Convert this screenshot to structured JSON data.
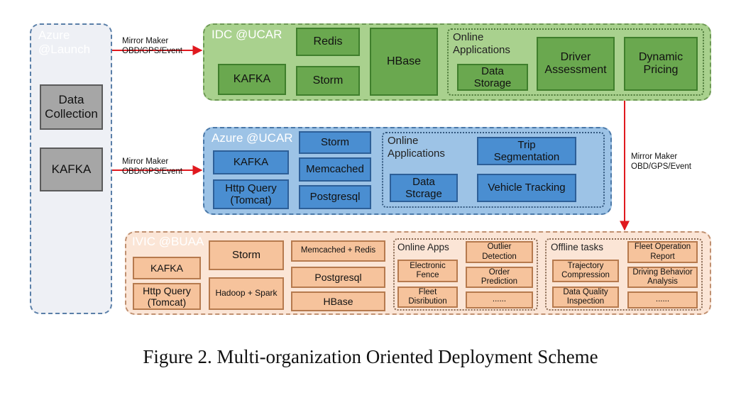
{
  "launch": {
    "label": "Azure\n@Launch",
    "boxes": [
      "Data\nCollection",
      "KAFKA"
    ]
  },
  "idc": {
    "label": "IDC @UCAR",
    "kafka": "KAFKA",
    "redis": "Redis",
    "storm": "Storm",
    "hbase": "HBase",
    "online": {
      "label": "Online\nApplications",
      "data_storage": "Data\nStorage",
      "driver": "Driver\nAssessment",
      "pricing": "Dynamic\nPricing"
    }
  },
  "azure": {
    "label": "Azure @UCAR",
    "kafka": "KAFKA",
    "http": "Http Query\n(Tomcat)",
    "storm": "Storm",
    "memcached": "Memcached",
    "postgresql": "Postgresql",
    "online": {
      "label": "Online\nApplications",
      "trip": "Trip\nSegmentation",
      "data_storage": "Data\nStcrage",
      "vehicle": "Vehicle Tracking"
    }
  },
  "ivic": {
    "label": "IVIC @BUAA",
    "kafka": "KAFKA",
    "http": "Http Query\n(Tomcat)",
    "storm": "Storm",
    "hadoop": "Hadoop + Spark",
    "memredis": "Memcached + Redis",
    "postgresql": "Postgresql",
    "hbase": "HBase",
    "online": {
      "label": "Online Apps",
      "fence": "Electronic\nFence",
      "fleet": "Fleet\nDisribution",
      "outlier": "Outlier\nDetection",
      "order": "Order\nPrediction",
      "more": "......"
    },
    "offline": {
      "label": "Offline tasks",
      "trajectory": "Trajectory\nCompression",
      "dq": "Data Quality\nInspection",
      "fleetop": "Fleet Operation\nReport",
      "driving": "Driving Behavior\nAnalysis",
      "more": "......"
    }
  },
  "edges": {
    "e1": "Mirror Maker\nOBD/GPS/Event",
    "e2": "Mirror Maker\nOBD/GPS/Event",
    "e3": "Mirror Maker\nOBD/GPS/Event"
  },
  "colors": {
    "arrow": "#e0191f",
    "green": "#6aa84f",
    "blue": "#4a8ed1",
    "peach": "#f6c39c",
    "gray": "#a6a6a6"
  },
  "caption": "Figure 2. Multi-organization Oriented Deployment Scheme"
}
